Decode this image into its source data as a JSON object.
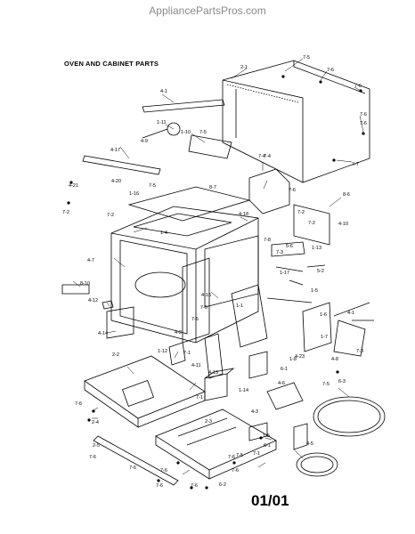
{
  "watermark": "AppliancePartsPros.com",
  "title": "OVEN AND CABINET PARTS",
  "page_number": "01/01",
  "callouts": [
    "2-1",
    "7-5",
    "7-6",
    "7-6",
    "7-6",
    "7-6",
    "7-7",
    "4-1",
    "1-11",
    "1-10",
    "4-9",
    "7-5",
    "4-17",
    "7-4",
    "7-4",
    "7-6",
    "8-6",
    "8-7",
    "4-18",
    "4-20",
    "7-5",
    "1-16",
    "4-21",
    "7-2",
    "7-2",
    "1-4",
    "7-2",
    "4-10",
    "7-2",
    "1-13",
    "1-17",
    "4-7",
    "7-8",
    "5-6",
    "7-3",
    "5-2",
    "1-5",
    "8-10",
    "4-12",
    "4-15",
    "1-1",
    "4-14",
    "7-5",
    "7-5",
    "1-6",
    "7-1",
    "1-7",
    "7-3",
    "4-2",
    "1-12",
    "4-11",
    "4-13",
    "4-6",
    "1-8",
    "4-23",
    "4-8",
    "7-5",
    "6-1",
    "1-14",
    "2-3",
    "4-3",
    "7-1",
    "2-2",
    "7-6",
    "2-4",
    "2-5",
    "7-6",
    "7-6",
    "7-6",
    "7-6",
    "6-2",
    "6-3",
    "7-5",
    "7-6",
    "1-5",
    "6-1",
    "4-5",
    "7-6",
    "7-1",
    "7-6",
    "4-1"
  ]
}
